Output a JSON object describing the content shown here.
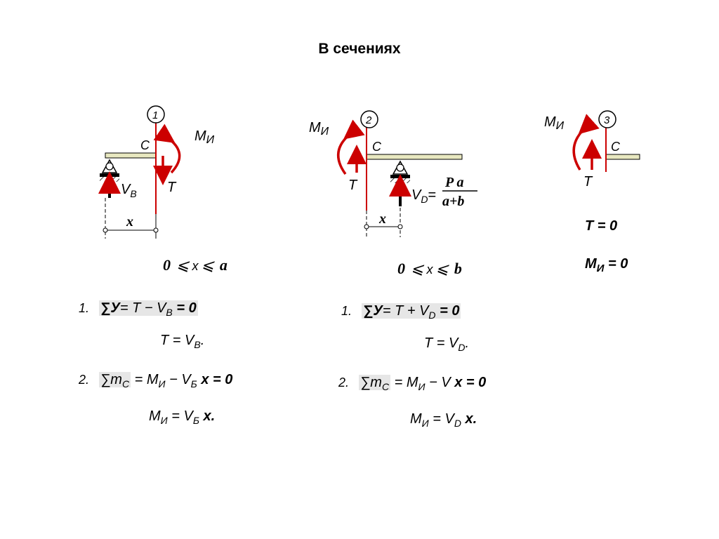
{
  "title": "В сечениях",
  "sections": [
    {
      "number": "1",
      "point": "C",
      "moment_label": "М",
      "moment_sub": "И",
      "shear_label": "T",
      "support_label": "V",
      "support_sub": "B",
      "x_label": "x",
      "range": {
        "lo": "0",
        "var": "x",
        "hi": "a"
      },
      "eq1": {
        "n": "1.",
        "lhs": "∑У",
        "rhs_a": "= T − V",
        "rhs_sub": "B",
        "rhs_b": "= 0"
      },
      "eq1_res": {
        "a": "T = V",
        "sub": "B",
        "b": "."
      },
      "eq2": {
        "n": "2.",
        "lhs": "∑m",
        "lhs_sub": "C",
        "a": " = М",
        "a_sub": "И",
        "b": " − V",
        "b_sub": "Б",
        "c": " x = 0"
      },
      "eq2_res": {
        "a": "М",
        "a_sub": "И",
        "b": " = V",
        "b_sub": "Б",
        "c": " x."
      }
    },
    {
      "number": "2",
      "point": "C",
      "moment_label": "М",
      "moment_sub": "И",
      "shear_label": "T",
      "support_label": "V",
      "support_sub": "D",
      "support_eq": "=",
      "frac_num": "P a",
      "frac_den": "a+b",
      "x_label": "x",
      "range": {
        "lo": "0",
        "var": "x",
        "hi": "b"
      },
      "eq1": {
        "n": "1.",
        "lhs": "∑У",
        "rhs_a": "= T + V",
        "rhs_sub": "D",
        "rhs_b": "= 0"
      },
      "eq1_res": {
        "a": "T = V",
        "sub": "D",
        "b": "."
      },
      "eq2": {
        "n": "2.",
        "lhs": "∑m",
        "lhs_sub": "C",
        "a": " = М",
        "a_sub": "И",
        "b": " − V",
        "b_sub": "",
        "c": "  x = 0"
      },
      "eq2_res": {
        "a": "М",
        "a_sub": "И",
        "b": " = V",
        "b_sub": "D",
        "c": " x."
      }
    },
    {
      "number": "3",
      "point": "C",
      "moment_label": "М",
      "moment_sub": "И",
      "shear_label": "T",
      "res_t": "T = 0",
      "res_m": "М",
      "res_m_sub": "И",
      "res_m_val": " = 0"
    }
  ],
  "colors": {
    "accent": "#cc0000",
    "beam": "#d8d8a0",
    "ink": "#000000"
  }
}
